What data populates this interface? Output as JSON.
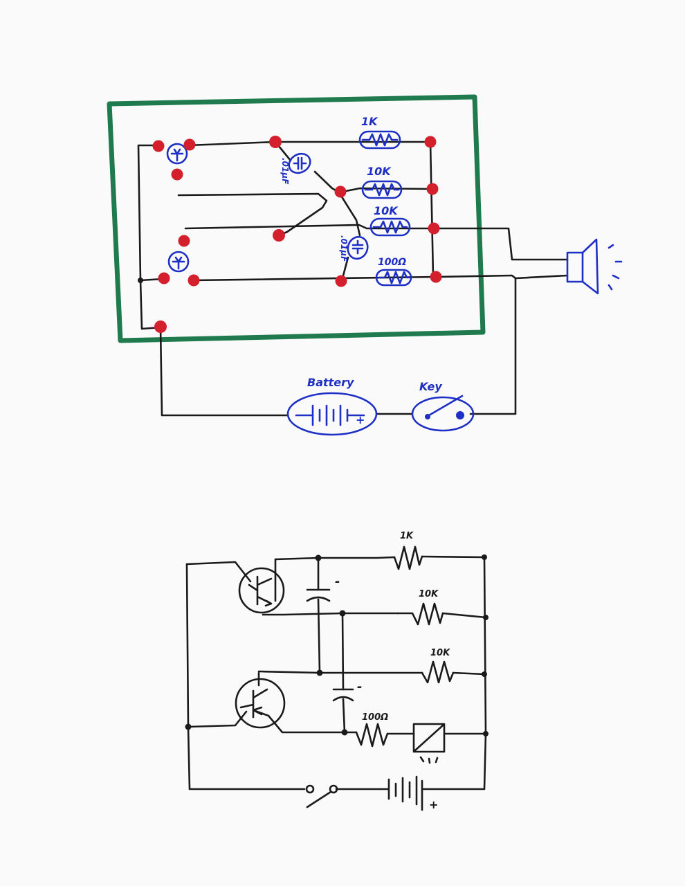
{
  "colors": {
    "paper": "#fafafa",
    "board": "#1f7a4e",
    "pad": "#d4202c",
    "component_ink": "#1d2fc4",
    "wire_ink": "#1a1a1a"
  },
  "top_layout": {
    "resistors": [
      "1K",
      "10K",
      "10K",
      "100Ω"
    ],
    "capacitor_labels": [
      ".01µF",
      ".01µF"
    ],
    "battery_label": "Battery",
    "battery_plus": "+",
    "key_label": "Key"
  },
  "schematic": {
    "resistors": [
      "1K",
      "10K",
      "10K",
      "100Ω"
    ],
    "capacitor_marks": [
      "-",
      "-"
    ],
    "battery_plus": "+"
  }
}
